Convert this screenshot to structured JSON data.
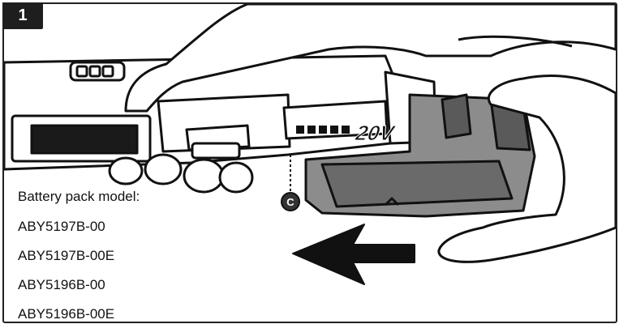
{
  "step_number": "1",
  "callout_letter": "C",
  "battery_voltage_label": "20V",
  "battery_pack_label": "Battery pack model:",
  "battery_models": [
    "ABY5197B-00",
    "ABY5197B-00E",
    "ABY5196B-00",
    "ABY5196B-00E"
  ],
  "colors": {
    "ink": "#111111",
    "battery_gray": "#8c8c8c",
    "battery_dark": "#6a6a6a",
    "badge": "#1e1e1e"
  }
}
